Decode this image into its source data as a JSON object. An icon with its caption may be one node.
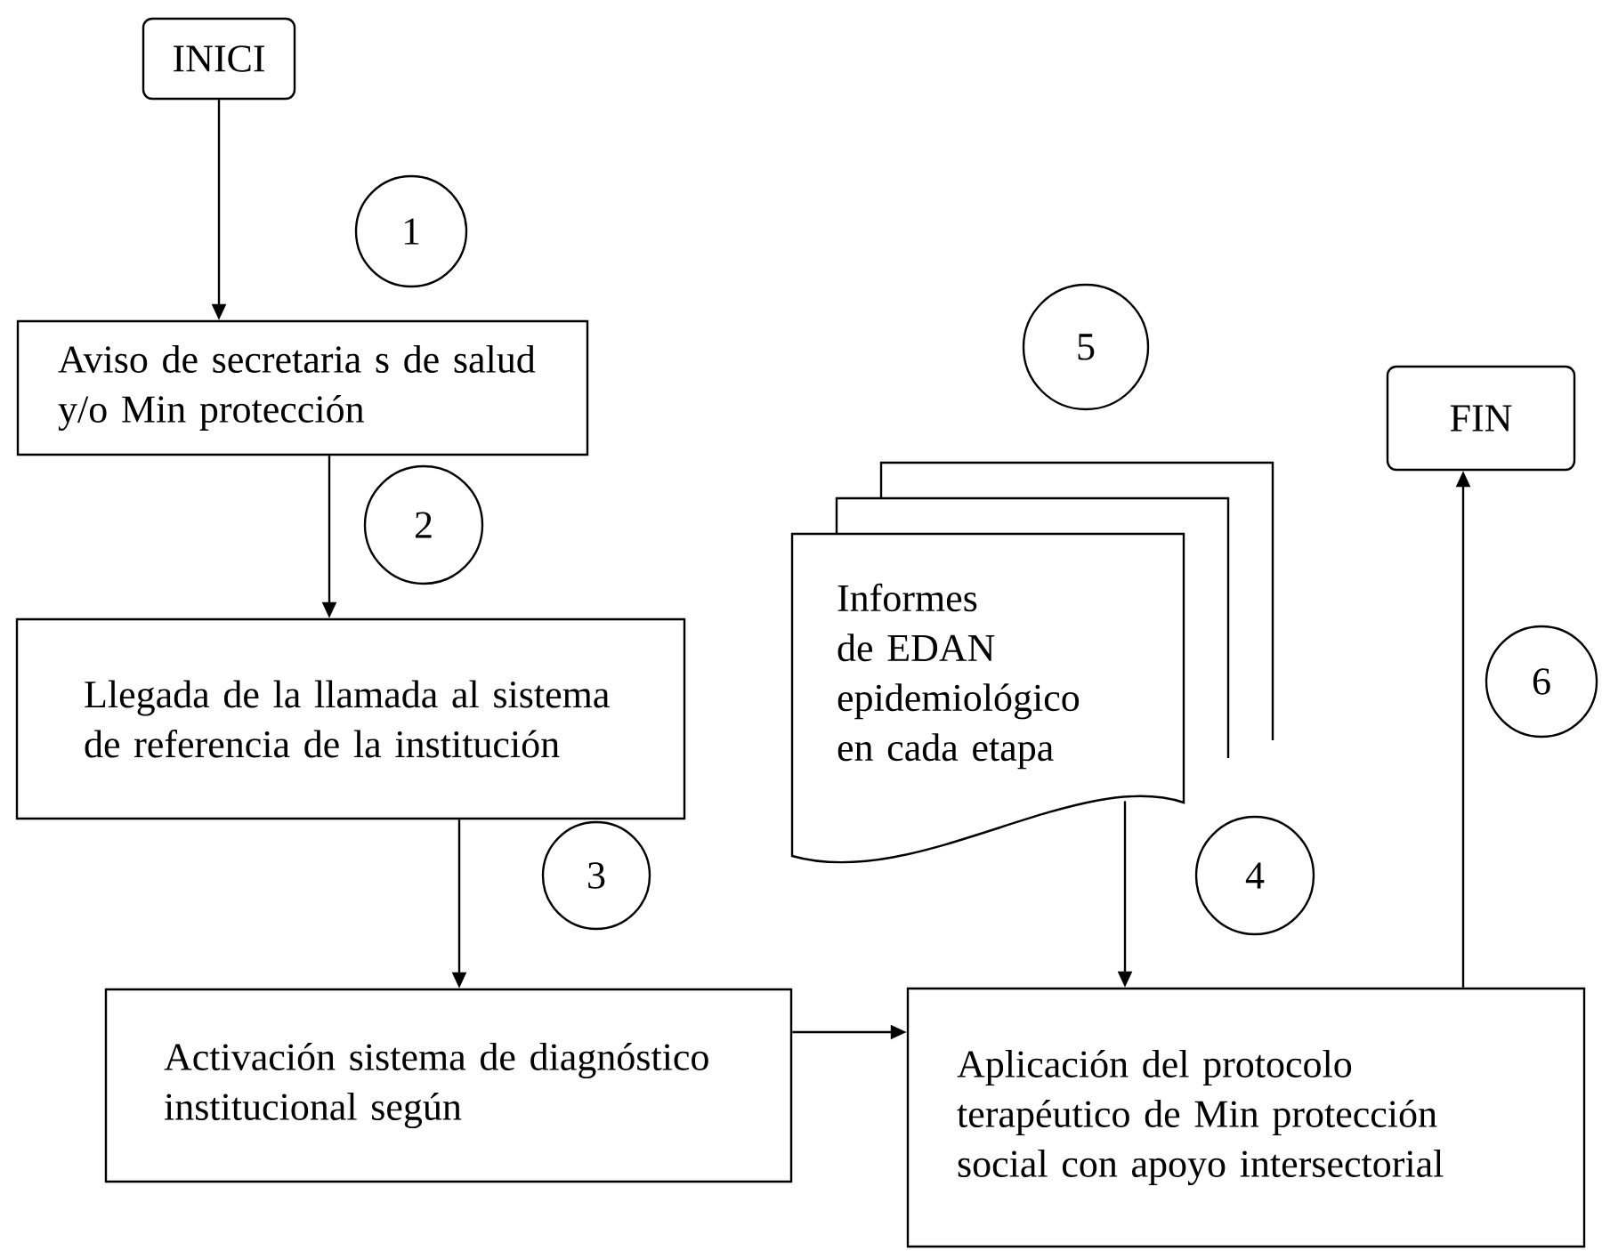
{
  "diagram": {
    "nodes": [
      {
        "text": [
          "INICI"
        ]
      },
      {
        "text": [
          "1"
        ]
      },
      {
        "text": [
          "Aviso de secretaria s de salud y/o Min protección"
        ]
      },
      {
        "text": [
          "2"
        ]
      },
      {
        "text": [
          "Llegada de la llamada al sistema de referencia de la institución"
        ]
      },
      {
        "text": [
          "3"
        ]
      },
      {
        "text": [
          "Activación sistema de diagnóstico institucional según"
        ]
      },
      {
        "text": [
          "5"
        ]
      },
      {
        "text": [
          "Informes de EDAN epidemiológico en cada etapa"
        ]
      },
      {
        "text": [
          "4"
        ]
      },
      {
        "text": [
          "FIN"
        ]
      },
      {
        "text": [
          "6"
        ]
      },
      {
        "text": [
          "Aplicación del protocolo terapéutico de  Min protección social con apoyo intersectorial"
        ]
      }
    ],
    "edges": [
      {
        "from": 0,
        "to": 2,
        "arrow": "to"
      },
      {
        "from": 2,
        "to": 4,
        "arrow": "to"
      },
      {
        "from": 4,
        "to": 6,
        "arrow": "to"
      },
      {
        "from": 6,
        "to": 12,
        "arrow": "to"
      },
      {
        "from": 8,
        "to": 12,
        "arrow": "to"
      },
      {
        "from": 12,
        "to": 10,
        "arrow": "to"
      }
    ]
  }
}
